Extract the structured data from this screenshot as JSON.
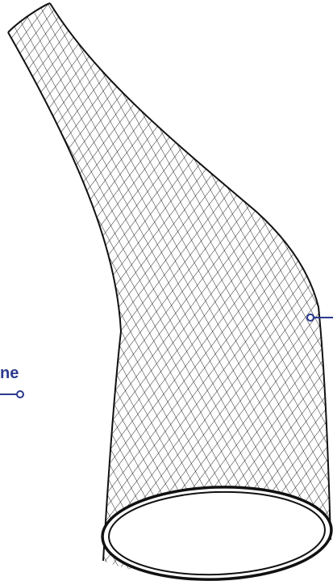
{
  "diagram": {
    "callouts": [
      {
        "id": "left",
        "text": "ne"
      },
      {
        "id": "right",
        "text": ""
      }
    ]
  },
  "colors": {
    "ink": "#111111",
    "accent": "#2b3a8f",
    "background": "#ffffff"
  },
  "icons": [
    "callout-pointer-left",
    "callout-pointer-right"
  ]
}
